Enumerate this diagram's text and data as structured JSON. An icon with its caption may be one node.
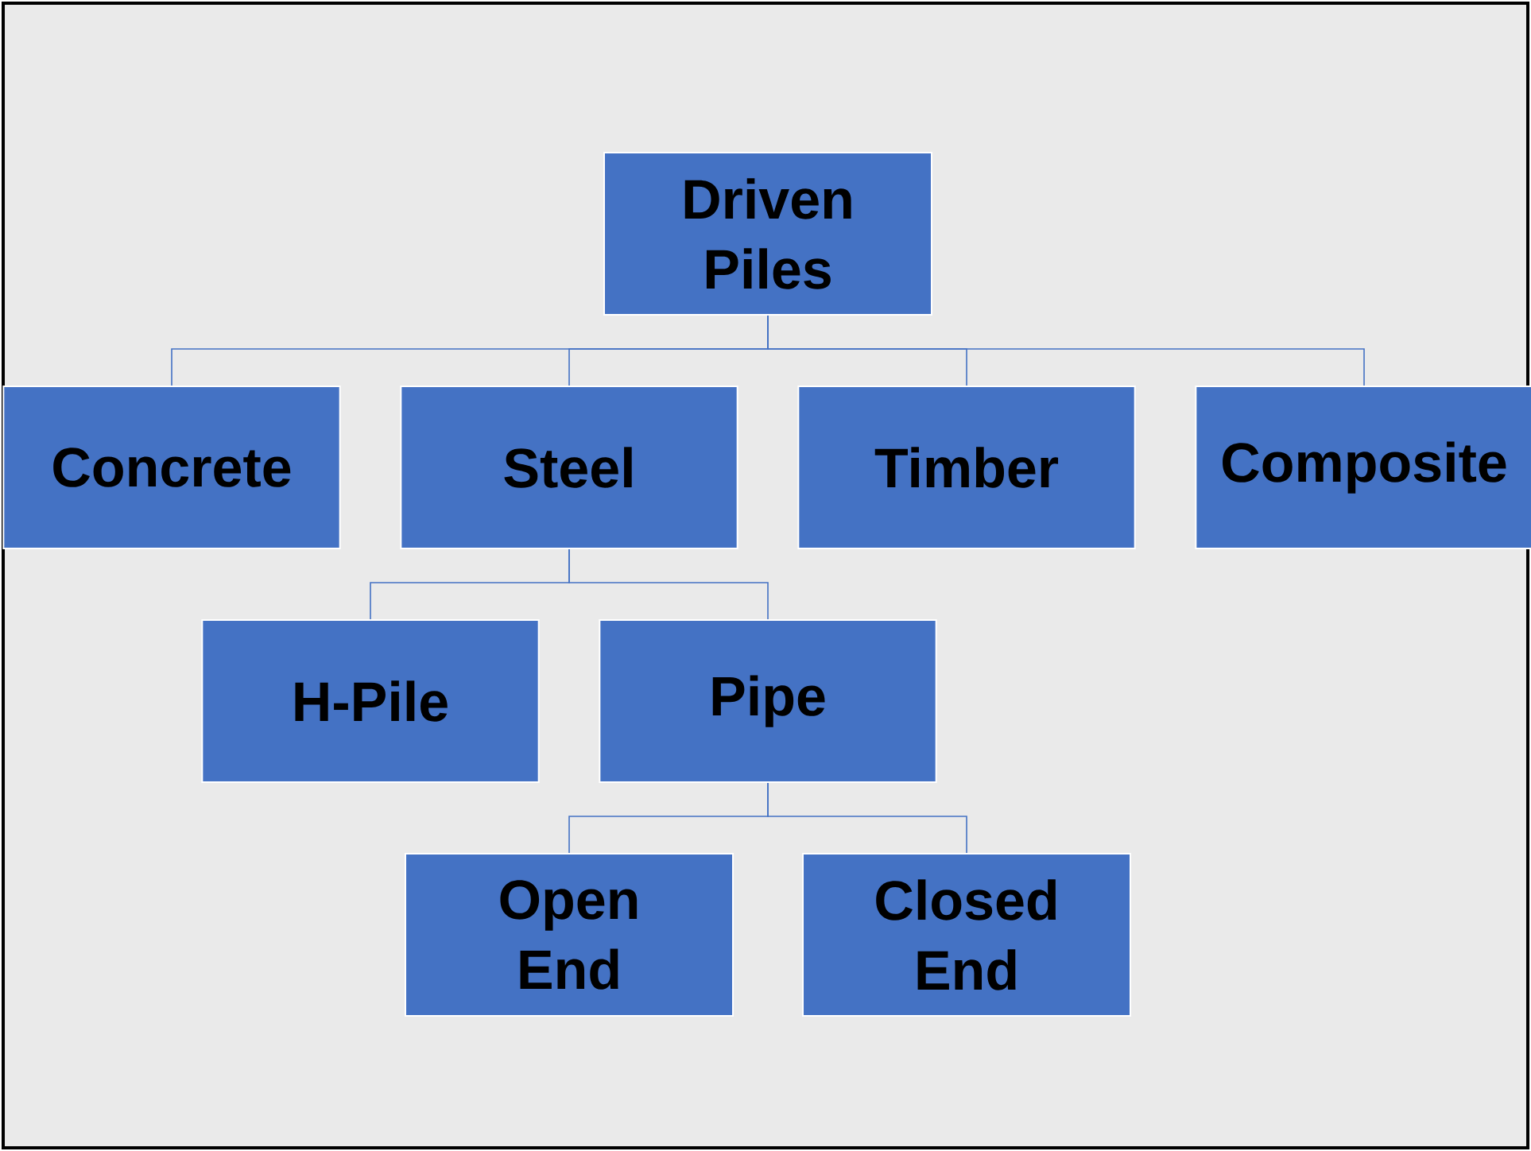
{
  "diagram": {
    "nodes": [
      {
        "text": [
          "Driven Piles"
        ]
      },
      {
        "text": [
          "Concrete"
        ]
      },
      {
        "text": [
          "Steel"
        ]
      },
      {
        "text": [
          "Timber"
        ]
      },
      {
        "text": [
          "Composite"
        ]
      },
      {
        "text": [
          "H-Pile"
        ]
      },
      {
        "text": [
          "Pipe"
        ]
      },
      {
        "text": [
          "Open End"
        ]
      },
      {
        "text": [
          "Closed End"
        ]
      }
    ],
    "edges": [
      {
        "from": 0,
        "to": 1,
        "arrow": "none"
      },
      {
        "from": 0,
        "to": 2,
        "arrow": "none"
      },
      {
        "from": 0,
        "to": 3,
        "arrow": "none"
      },
      {
        "from": 0,
        "to": 4,
        "arrow": "none"
      },
      {
        "from": 2,
        "to": 5,
        "arrow": "none"
      },
      {
        "from": 2,
        "to": 6,
        "arrow": "none"
      },
      {
        "from": 6,
        "to": 7,
        "arrow": "none"
      },
      {
        "from": 6,
        "to": 8,
        "arrow": "none"
      }
    ]
  }
}
